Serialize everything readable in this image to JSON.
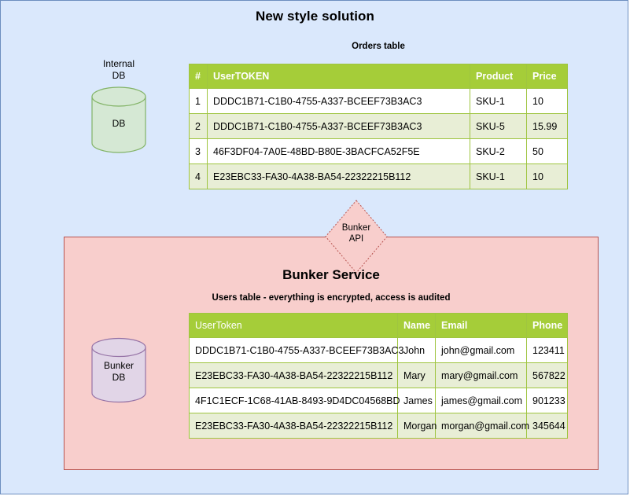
{
  "diagram": {
    "title": "New style solution",
    "outer_bg": "#dae8fc",
    "outer_border": "#6c8ebf"
  },
  "internal_db": {
    "label": "Internal\nDB",
    "cylinder_text": "DB",
    "fill": "#d5e8d4",
    "stroke": "#82b366"
  },
  "orders": {
    "caption": "Orders table",
    "columns": [
      "#",
      "UserTOKEN",
      "Product",
      "Price"
    ],
    "rows": [
      [
        "1",
        "DDDC1B71-C1B0-4755-A337-BCEEF73B3AC3",
        "SKU-1",
        "10"
      ],
      [
        "2",
        "DDDC1B71-C1B0-4755-A337-BCEEF73B3AC3",
        "SKU-5",
        "15.99"
      ],
      [
        "3",
        "46F3DF04-7A0E-48BD-B80E-3BACFCA52F5E",
        "SKU-2",
        "50"
      ],
      [
        "4",
        "E23EBC33-FA30-4A38-BA54-22322215B112",
        "SKU-1",
        "10"
      ]
    ],
    "header_fill": "#a5cd39",
    "header_text": "#ffffff",
    "row_alt_fill": "#e8eed6"
  },
  "bunker_api": {
    "label": "Bunker\nAPI",
    "fill": "#f8cecc",
    "stroke": "#b85450"
  },
  "bunker_service": {
    "title": "Bunker Service",
    "box_fill": "#f8cecc",
    "box_stroke": "#b85450"
  },
  "bunker_db": {
    "cylinder_text": "Bunker\nDB",
    "fill": "#e1d5e7",
    "stroke": "#9673a6"
  },
  "users": {
    "caption": "Users table - everything is encrypted, access is audited",
    "columns": [
      "UserToken",
      "Name",
      "Email",
      "Phone"
    ],
    "rows": [
      [
        "DDDC1B71-C1B0-4755-A337-BCEEF73B3AC3",
        "John",
        "john@gmail.com",
        "123411"
      ],
      [
        "E23EBC33-FA30-4A38-BA54-22322215B112",
        "Mary",
        "mary@gmail.com",
        "567822"
      ],
      [
        "4F1C1ECF-1C68-41AB-8493-9D4DC04568BD",
        "James",
        "james@gmail.com",
        "901233"
      ],
      [
        "E23EBC33-FA30-4A38-BA54-22322215B112",
        "Morgan",
        "morgan@gmail.com",
        "345644"
      ]
    ],
    "header_fill": "#a5cd39",
    "header_text": "#ffffff",
    "row_alt_fill": "#e8eed6"
  }
}
